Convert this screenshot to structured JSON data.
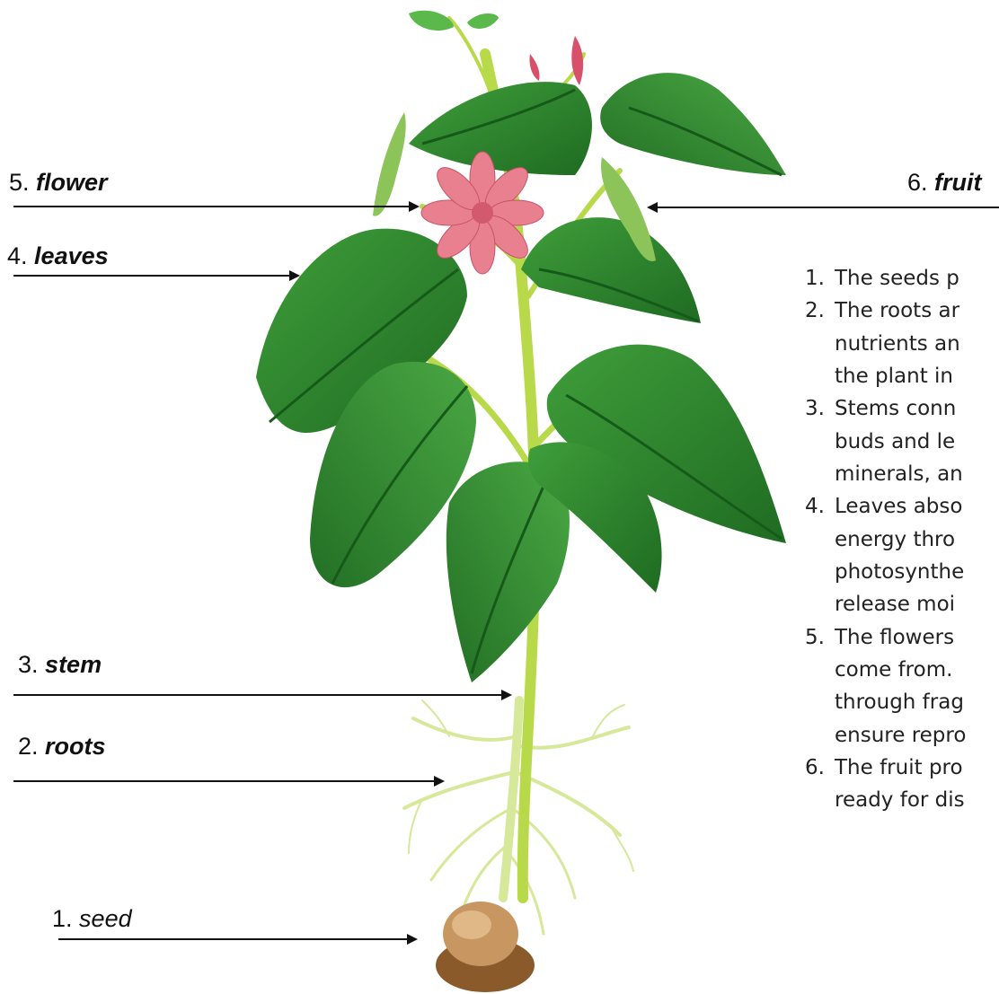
{
  "labels": {
    "flower": {
      "num": "5.",
      "name": "flower"
    },
    "leaves": {
      "num": "4.",
      "name": "leaves"
    },
    "stem": {
      "num": "3.",
      "name": "stem"
    },
    "roots": {
      "num": "2.",
      "name": "roots"
    },
    "seed": {
      "num": "1.",
      "name": "seed"
    },
    "fruit": {
      "num": "6.",
      "name": "fruit"
    }
  },
  "descriptions": [
    {
      "num": "1.",
      "lines": [
        "The seeds p"
      ]
    },
    {
      "num": "2.",
      "lines": [
        "The roots ar",
        "nutrients an",
        "the plant in"
      ]
    },
    {
      "num": "3.",
      "lines": [
        "Stems conn",
        "buds and le",
        "minerals, an"
      ]
    },
    {
      "num": "4.",
      "lines": [
        "Leaves abso",
        "energy thro",
        "photosynthe",
        "release moi"
      ]
    },
    {
      "num": "5.",
      "lines": [
        "The flowers",
        "come from.",
        "through frag",
        "ensure repro"
      ]
    },
    {
      "num": "6.",
      "lines": [
        "The fruit pro",
        "ready for dis"
      ]
    }
  ],
  "colors": {
    "leaf": "#2f8a2e",
    "leaf_dark": "#1f6b22",
    "stem": "#b8d94a",
    "root": "#d8eb9a",
    "flower": "#e07a8a",
    "seed": "#b98a55"
  }
}
